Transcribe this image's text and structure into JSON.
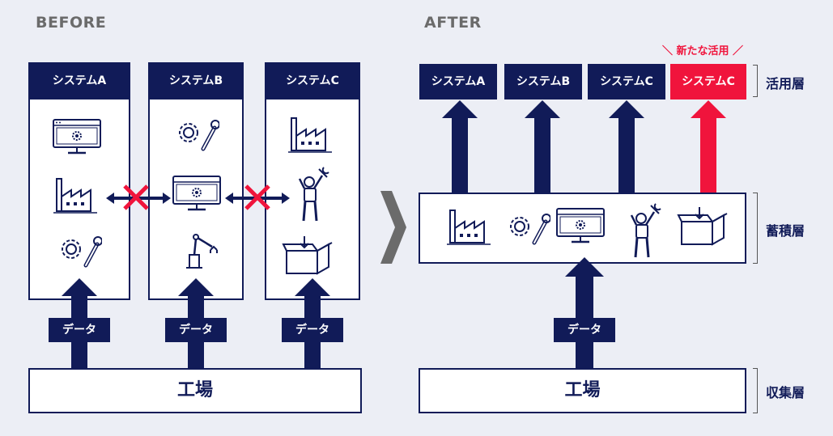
{
  "before": {
    "heading": "BEFORE",
    "systems": [
      {
        "label": "システムA"
      },
      {
        "label": "システムB"
      },
      {
        "label": "システムC"
      }
    ],
    "data_label": "データ",
    "factory_label": "工場"
  },
  "after": {
    "heading": "AFTER",
    "systems": [
      {
        "label": "システムA",
        "is_new": false
      },
      {
        "label": "システムB",
        "is_new": false
      },
      {
        "label": "システムC",
        "is_new": false
      },
      {
        "label": "システムC",
        "is_new": true
      }
    ],
    "new_use_label": "＼ 新たな活用 ／",
    "data_label": "データ",
    "factory_label": "工場",
    "layers": {
      "use": "活用層",
      "accumulate": "蓄積層",
      "collect": "収集層"
    }
  },
  "colors": {
    "navy": "#111b58",
    "red": "#f0143c",
    "background": "#eceef5",
    "chevron": "#6b6b6b"
  },
  "icons": [
    "monitor-gear-icon",
    "factory-icon",
    "gear-wrench-icon",
    "robot-arm-icon",
    "worker-icon",
    "box-icon",
    "cross-icon",
    "chevron-right-icon"
  ]
}
